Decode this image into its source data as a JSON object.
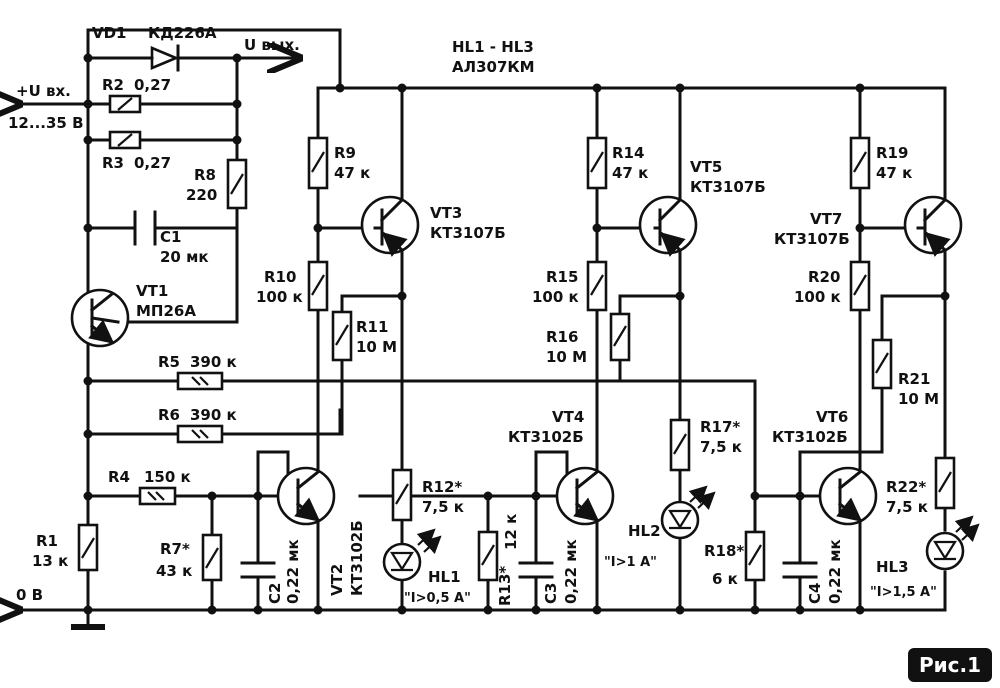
{
  "labels": {
    "vd1": "VD1",
    "vd1_type": "КД226А",
    "uout": "U вых.",
    "hl_range": "HL1 - HL3",
    "hl_type": "АЛ307КМ",
    "uin": "+U вх.",
    "uin_range": "12...35 В",
    "zero": "0 В",
    "r2": "R2",
    "r2v": "0,27",
    "r3": "R3",
    "r3v": "0,27",
    "r8": "R8",
    "r8v": "220",
    "c1": "C1",
    "c1v": "20 мк",
    "vt1": "VT1",
    "vt1_type": "МП26А",
    "r1": "R1",
    "r1v": "13 к",
    "r4": "R4",
    "r4v": "150 к",
    "r5": "R5",
    "r5v": "390 к",
    "r6": "R6",
    "r6v": "390 к",
    "r7": "R7*",
    "r7v": "43 к",
    "r9": "R9",
    "r9v": "47 к",
    "r10": "R10",
    "r10v": "100 к",
    "r11": "R11",
    "r11v": "10 М",
    "vt3": "VT3",
    "vt3_type": "КТ3107Б",
    "vt2": "VT2",
    "vt2_type": "КТ3102Б",
    "c2": "C2",
    "c2v": "0,22 мк",
    "r12": "R12*",
    "r12v": "7,5 к",
    "hl1": "HL1",
    "hl1_note": "\"I>0,5 А\"",
    "r13": "R13*",
    "r13v": "12 к",
    "r14": "R14",
    "r14v": "47 к",
    "vt5": "VT5",
    "vt5_type": "КТ3107Б",
    "r15": "R15",
    "r15v": "100 к",
    "r16": "R16",
    "r16v": "10 М",
    "vt4": "VT4",
    "vt4_type": "КТ3102Б",
    "c3": "C3",
    "c3v": "0,22 мк",
    "r17": "R17*",
    "r17v": "7,5 к",
    "hl2": "HL2",
    "hl2_note": "\"I>1 А\"",
    "r18": "R18*",
    "r18v": "6 к",
    "r19": "R19",
    "r19v": "47 к",
    "vt7": "VT7",
    "vt7_type": "КТ3107Б",
    "r20": "R20",
    "r20v": "100 к",
    "r21": "R21",
    "r21v": "10 М",
    "vt6": "VT6",
    "vt6_type": "КТ3102Б",
    "c4": "C4",
    "c4v": "0,22 мк",
    "r22": "R22*",
    "r22v": "7,5 к",
    "hl3": "HL3",
    "hl3_note": "\"I>1,5 А\"",
    "fig": "Рис.1"
  }
}
